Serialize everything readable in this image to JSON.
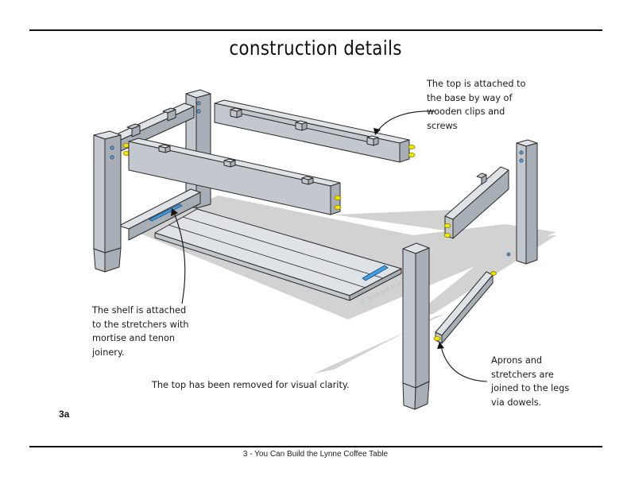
{
  "title": "construction details",
  "callouts": {
    "top": "The top is attached to\nthe base by way of\nwooden clips and\nscrews",
    "shelf": "The shelf is attached\nto the stretchers with\nmortise and tenon\njoinery.",
    "aprons": "Aprons and\nstretchers are\njoined to the legs\nvia dowels.",
    "top_removed": "The top has been removed for visual clarity."
  },
  "watermark": "© 2018 Jeff Branch",
  "page_label": "3a",
  "footer": "3 - You Can Build the Lynne Coffee Table",
  "colors": {
    "wood_top": "#dfe2e6",
    "wood_front": "#c3c8ce",
    "wood_side": "#a8aeb5",
    "edge": "#2b2b2b",
    "shadow": "#d2d2d2",
    "dowel": "#f2e600",
    "dowel_hole": "#5b9bd5",
    "mortise": "#3f9fe6"
  }
}
